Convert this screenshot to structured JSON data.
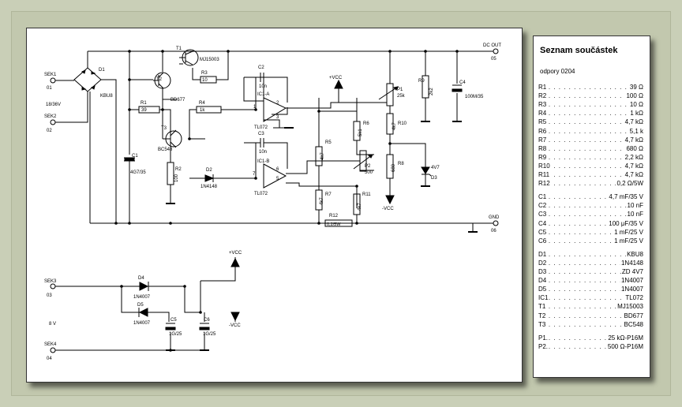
{
  "schematic": {
    "terminals": {
      "sek1": "SEK1",
      "sek1_num": "01",
      "sek2": "SEK2",
      "sek2_num": "02",
      "input_voltage": "18/36V",
      "sek3": "SEK3",
      "sek3_num": "03",
      "sek4": "SEK4",
      "sek4_num": "04",
      "aux_voltage": "8 V",
      "dc_out": "DC OUT",
      "dc_out_num": "05",
      "gnd": "GND",
      "gnd_num": "06"
    },
    "labels": {
      "d1": "D1",
      "d1_val": "KBU8",
      "t1": "T1",
      "t1_val": "MJ15003",
      "t2": "T2",
      "t2_val": "BD677",
      "t3": "T3",
      "t3_val": "BC548",
      "r1": "R1",
      "r1_val": "39",
      "r2": "R2",
      "r2_val": "100",
      "r3": "R3",
      "r3_val": "10",
      "r4": "R4",
      "r4_val": "1k",
      "r5": "R5",
      "r5_val": "4k7",
      "r6": "R6",
      "r6_val": "5k1",
      "r7": "R7",
      "r7_val": "4k7",
      "r8": "R8",
      "r8_val": "680",
      "r9": "R9",
      "r9_val": "2k2",
      "r10": "R10",
      "r10_val": "4k7",
      "r11": "R11",
      "r11_val": "4k7",
      "r12": "R12",
      "r12_val": "0,2/5W",
      "c1": "C1",
      "c1_val": "4G7/35",
      "c2": "C2",
      "c2_val": "10n",
      "c3": "C3",
      "c3_val": "10n",
      "c4": "C4",
      "c4_val": "100M/35",
      "c5": "C5",
      "c5_val": "1G/25",
      "c6": "C6",
      "c6_val": "1G/25",
      "d2": "D2",
      "d2_val": "1N4148",
      "d3": "D3",
      "d3_val": "4V7",
      "d4": "D4",
      "d4_val": "1N4007",
      "d5": "D5",
      "d5_val": "1N4007",
      "ic1a": "IC1-A",
      "ic1b": "IC1-B",
      "ic_val": "TL072",
      "p1": "P1",
      "p1_val": "25k",
      "p2": "P2",
      "p2_val": "500",
      "vcc_pos": "+VCC",
      "vcc_neg": "-VCC",
      "pin1": "1",
      "pin2": "2",
      "pin3": "3",
      "pin5": "5",
      "pin6": "6",
      "pin7": "7"
    }
  },
  "parts": {
    "title": "Seznam součástek",
    "subtitle": "odpory 0204",
    "rows": [
      {
        "ref": "R1",
        "value": "39 Ω"
      },
      {
        "ref": "R2",
        "value": "100 Ω"
      },
      {
        "ref": "R3",
        "value": "10 Ω"
      },
      {
        "ref": "R4",
        "value": "1 kΩ"
      },
      {
        "ref": "R5",
        "value": "4,7 kΩ"
      },
      {
        "ref": "R6",
        "value": "5,1 k"
      },
      {
        "ref": "R7",
        "value": "4,7 kΩ"
      },
      {
        "ref": "R8",
        "value": "680 Ω"
      },
      {
        "ref": "R9",
        "value": "2,2 kΩ"
      },
      {
        "ref": "R10",
        "value": "4,7 kΩ"
      },
      {
        "ref": "R11",
        "value": "4,7 kΩ"
      },
      {
        "ref": "R12",
        "value": "0,2 Ω/5W"
      },
      {
        "ref": "C1",
        "value": "4,7 mF/35 V"
      },
      {
        "ref": "C2",
        "value": "10 nF"
      },
      {
        "ref": "C3",
        "value": "10 nF"
      },
      {
        "ref": "C4",
        "value": "100 μF/35 V"
      },
      {
        "ref": "C5",
        "value": "1 mF/25 V"
      },
      {
        "ref": "C6",
        "value": "1 mF/25 V"
      },
      {
        "ref": "D1",
        "value": "KBU8"
      },
      {
        "ref": "D2",
        "value": "1N4148"
      },
      {
        "ref": "D3",
        "value": "ZD 4V7"
      },
      {
        "ref": "D4",
        "value": "1N4007"
      },
      {
        "ref": "D5",
        "value": "1N4007"
      },
      {
        "ref": "IC1",
        "value": "TL072"
      },
      {
        "ref": "T1",
        "value": "MJ15003"
      },
      {
        "ref": "T2",
        "value": "BD677"
      },
      {
        "ref": "T3",
        "value": "BC548"
      },
      {
        "ref": "P1.",
        "value": "25 kΩ-P16M"
      },
      {
        "ref": "P2.",
        "value": "500 Ω-P16M"
      }
    ]
  }
}
